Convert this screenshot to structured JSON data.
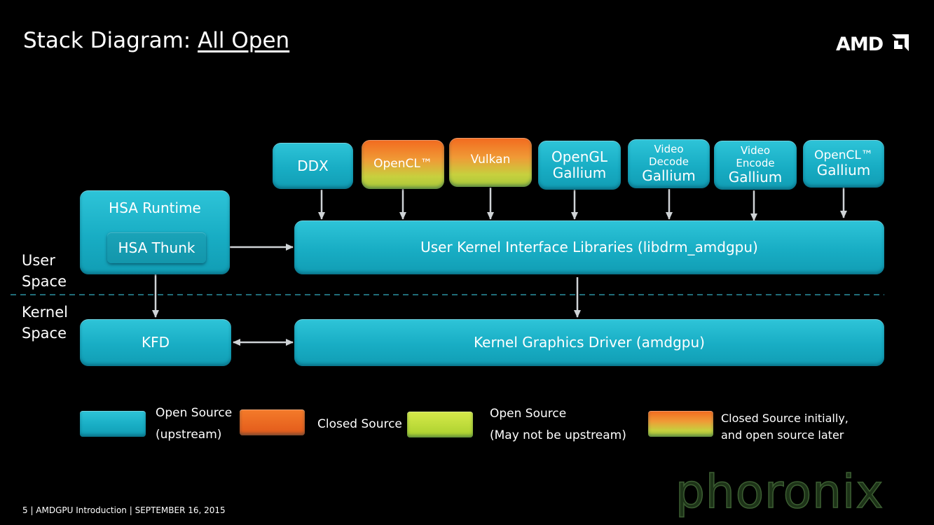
{
  "title": {
    "prefix": "Stack Diagram: ",
    "emphasis": "All Open"
  },
  "logo": {
    "text": "AMD",
    "icon": "amd-arrow-icon"
  },
  "top_boxes": [
    {
      "line1": "DDX",
      "line2": "",
      "line3": ""
    },
    {
      "line1": "OpenCL™",
      "line2": "",
      "line3": ""
    },
    {
      "line1": "Vulkan",
      "line2": "",
      "line3": ""
    },
    {
      "line1": "OpenGL",
      "line2": "Gallium",
      "line3": ""
    },
    {
      "line1": "Video",
      "line2": "Decode",
      "line3": "Gallium"
    },
    {
      "line1": "Video",
      "line2": "Encode",
      "line3": "Gallium"
    },
    {
      "line1": "OpenCL™",
      "line2": "Gallium",
      "line3": ""
    }
  ],
  "hsa": {
    "runtime": "HSA Runtime",
    "thunk": "HSA Thunk"
  },
  "libdrm": "User Kernel Interface Libraries (libdrm_amdgpu)",
  "kfd": "KFD",
  "kgd": "Kernel Graphics Driver (amdgpu)",
  "space_labels": {
    "user_1": "User",
    "user_2": "Space",
    "kernel_1": "Kernel",
    "kernel_2": "Space"
  },
  "legend": [
    {
      "line1": "Open Source",
      "line2": "(upstream)"
    },
    {
      "line1": "Closed Source",
      "line2": ""
    },
    {
      "line1": "Open Source",
      "line2": "(May not be upstream)"
    },
    {
      "line1": "Closed Source initially,",
      "line2": "and open source later"
    }
  ],
  "footer": "5  | AMDGPU Introduction |   SEPTEMBER 16, 2015",
  "watermark": "phoronix",
  "colors": {
    "open": "#18adc4",
    "closed": "#e2591a",
    "open_not_upstream": "#a9cf2d",
    "arrow": "#cfd3d6",
    "divider": "#2a8fa0",
    "watermark": "#2c4a25"
  }
}
